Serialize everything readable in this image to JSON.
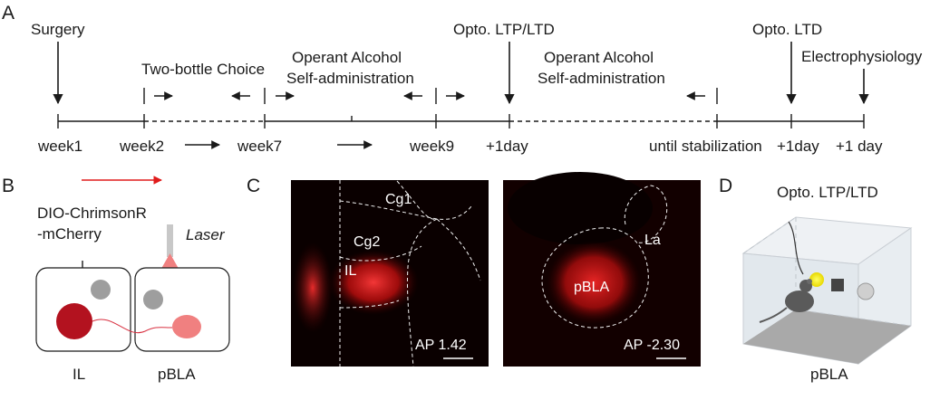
{
  "panel_a": {
    "letter": "A",
    "events": [
      {
        "text": "Surgery"
      },
      {
        "text": "Two-bottle Choice"
      },
      {
        "lines": [
          "Operant Alcohol",
          "Self-administration"
        ]
      },
      {
        "text": "Opto. LTP/LTD"
      },
      {
        "lines": [
          "Operant Alcohol",
          "Self-administration"
        ]
      },
      {
        "text": "Opto. LTD"
      },
      {
        "text": "Electrophysiology"
      }
    ],
    "ticks": [
      "week1",
      "week2",
      "week7",
      "week9",
      "+1day",
      "until stabilization",
      "+1day",
      "+1 day"
    ]
  },
  "panel_b": {
    "letter": "B",
    "virus": [
      "DIO-ChrimsonR",
      "-mCherry"
    ],
    "laser": "Laser",
    "regions": [
      "IL",
      "pBLA"
    ]
  },
  "panel_c": {
    "letter": "C",
    "left_labels": [
      "Cg1",
      "Cg2",
      "IL"
    ],
    "left_ap": "AP 1.42",
    "right_labels": [
      "La",
      "pBLA"
    ],
    "right_ap": "AP -2.30"
  },
  "panel_d": {
    "letter": "D",
    "title": "Opto. LTP/LTD",
    "region": "pBLA"
  },
  "colors": {
    "red_bright": "#ff1a1a",
    "red_dark": "#b3121f",
    "pink": "#f08080",
    "grey": "#9e9e9e",
    "arrow_red": "#e01b1b"
  }
}
